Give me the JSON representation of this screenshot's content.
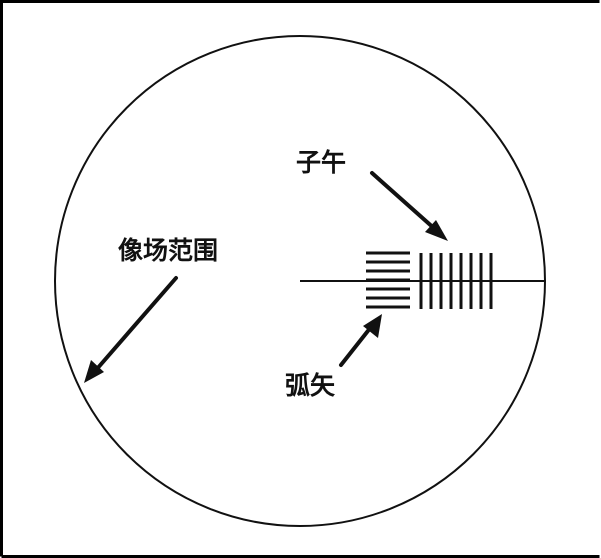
{
  "labels": {
    "meridional": "子午",
    "image_field": "像场范围",
    "sagittal": "弧矢"
  },
  "colors": {
    "ink": "#111111",
    "background": "#ffffff"
  }
}
